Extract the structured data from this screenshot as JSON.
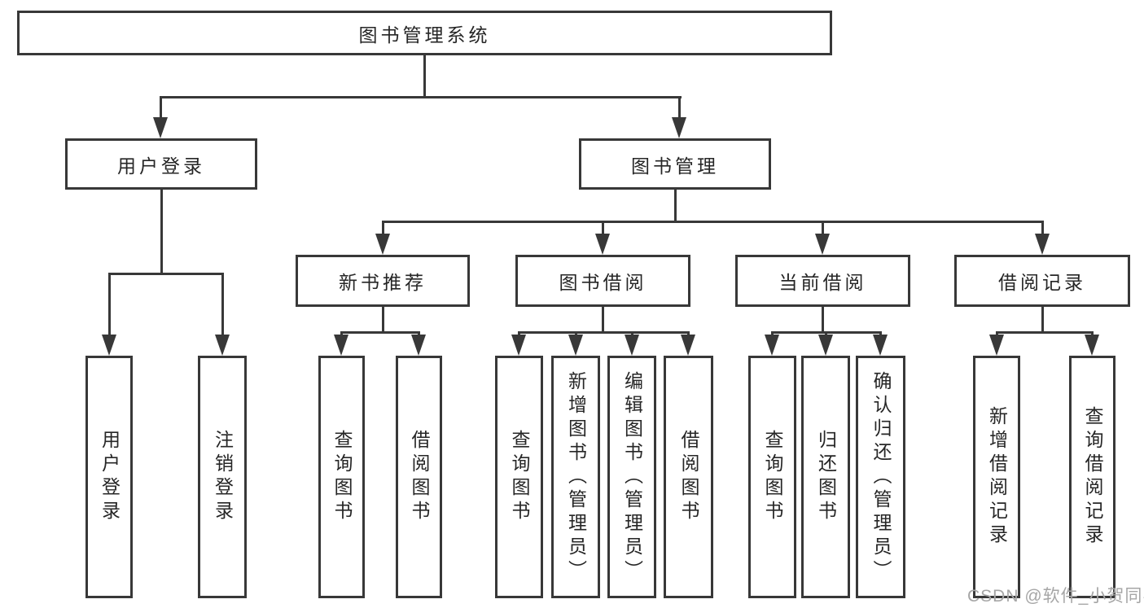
{
  "tree": {
    "root": "图书管理系统",
    "children": [
      {
        "label": "用户登录",
        "children": [
          "用户登录",
          "注销登录"
        ]
      },
      {
        "label": "图书管理",
        "children": [
          {
            "label": "新书推荐",
            "children": [
              "查询图书",
              "借阅图书"
            ]
          },
          {
            "label": "图书借阅",
            "children": [
              "查询图书",
              "新增图书（管理员）",
              "编辑图书（管理员）",
              "借阅图书"
            ]
          },
          {
            "label": "当前借阅",
            "children": [
              "查询图书",
              "归还图书",
              "确认归还（管理员）"
            ]
          },
          {
            "label": "借阅记录",
            "children": [
              "新增借阅记录",
              "查询借阅记录"
            ]
          }
        ]
      }
    ]
  },
  "watermark": {
    "text": "CSDN @软件_小贺同学"
  },
  "colors": {
    "line": "#383838",
    "box_border": "#383838",
    "box_fill": "#ffffff",
    "text": "#262626",
    "watermark": "#a6a6a6",
    "background": "#ffffff"
  }
}
